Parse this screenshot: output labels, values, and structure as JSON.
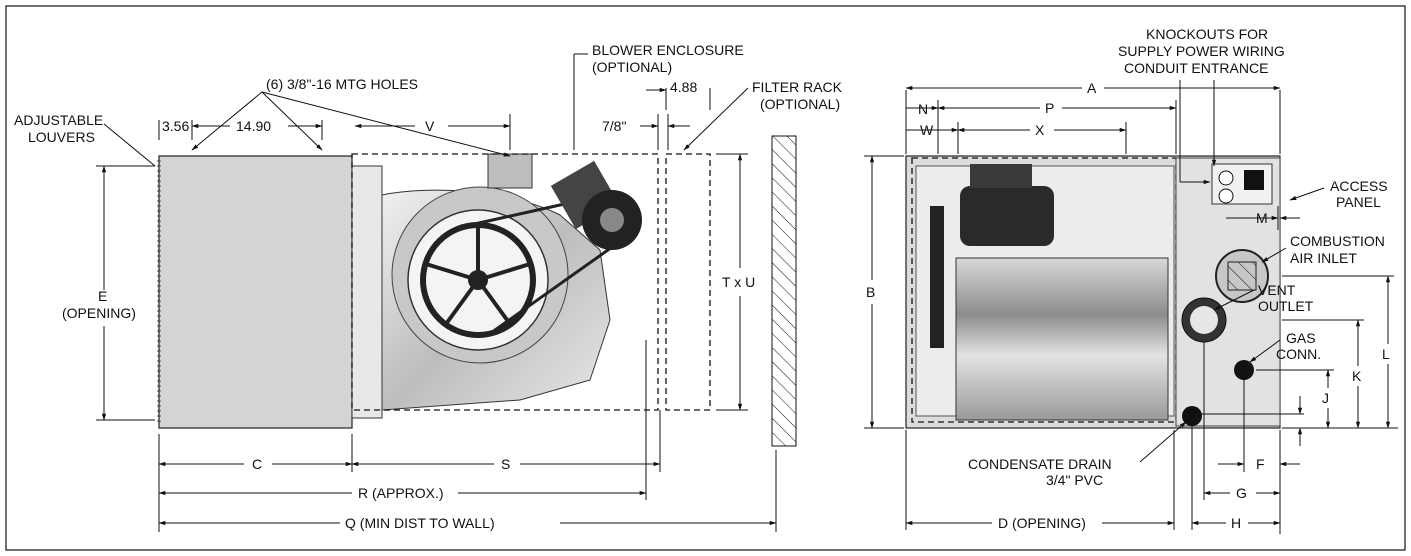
{
  "left_view": {
    "labels": {
      "adjustable_louvers": [
        "ADJUSTABLE",
        "LOUVERS"
      ],
      "mtg_holes": "(6) 3/8\"-16 MTG HOLES",
      "dim_356": "3.56",
      "dim_1490": "14.90",
      "dim_v": "V",
      "blower_enclosure": [
        "BLOWER ENCLOSURE",
        "(OPTIONAL)"
      ],
      "dim_488": "4.88",
      "dim_78": "7/8\"",
      "filter_rack": [
        "FILTER RACK",
        "(OPTIONAL)"
      ],
      "opening_e": [
        "E",
        "(OPENING)"
      ],
      "txu": "T x U",
      "dim_c": "C",
      "dim_s": "S",
      "dim_r": "R (APPROX.)",
      "dim_q": "Q (MIN DIST TO WALL)"
    }
  },
  "right_view": {
    "labels": {
      "knockouts": [
        "KNOCKOUTS FOR",
        "SUPPLY POWER WIRING",
        "CONDUIT ENTRANCE"
      ],
      "dim_a": "A",
      "dim_n": "N",
      "dim_p": "P",
      "dim_w": "W",
      "dim_x": "X",
      "access_panel": [
        "ACCESS",
        "PANEL"
      ],
      "dim_m": "M",
      "combustion_air": [
        "COMBUSTION",
        "AIR INLET"
      ],
      "dim_b": "B",
      "vent_outlet": [
        "VENT",
        "OUTLET"
      ],
      "gas_conn": [
        "GAS",
        "CONN."
      ],
      "dim_l": "L",
      "dim_k": "K",
      "dim_j": "J",
      "condensate": [
        "CONDENSATE DRAIN",
        "3/4\" PVC"
      ],
      "dim_f": "F",
      "dim_g": "G",
      "dim_d": "D (OPENING)",
      "dim_h": "H"
    }
  }
}
